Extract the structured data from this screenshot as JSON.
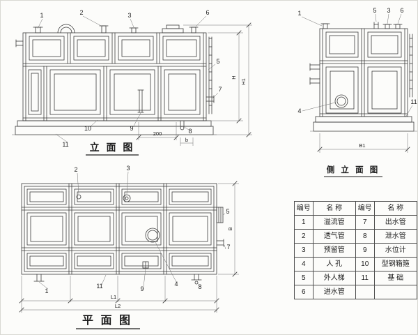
{
  "sheet": {
    "background": "#fcfcfa",
    "line_color": "#3b3b3b"
  },
  "views": {
    "front": {
      "title": "立 面 图",
      "callouts": {
        "c1": "1",
        "c2": "2",
        "c3": "3",
        "c5": "5",
        "c6": "6",
        "c7": "7",
        "c8": "8",
        "c9": "9",
        "c10": "10",
        "c11": "11"
      },
      "dims": {
        "h": "H",
        "h1": "H1",
        "d200": "200",
        "b": "b"
      }
    },
    "side": {
      "title": "侧 立 面 图",
      "callouts": {
        "c1": "1",
        "c3": "3",
        "c4": "4",
        "c5": "5",
        "c6": "6",
        "c11": "11"
      },
      "dims": {
        "b1": "B1"
      }
    },
    "plan": {
      "title": "平 面 图",
      "callouts": {
        "c1": "1",
        "c2": "2",
        "c3": "3",
        "c4": "4",
        "c5": "5",
        "c7": "7",
        "c8": "8",
        "c9": "9",
        "c11": "11"
      },
      "dims": {
        "b": "B",
        "l1": "L1",
        "l2": "L2"
      }
    }
  },
  "table": {
    "headers": [
      "编号",
      "名  称",
      "编号",
      "名  称"
    ],
    "rows": [
      [
        "1",
        "溢流管",
        "7",
        "出水管"
      ],
      [
        "2",
        "透气管",
        "8",
        "泄水管"
      ],
      [
        "3",
        "预留管",
        "9",
        "水位计"
      ],
      [
        "4",
        "人  孔",
        "10",
        "型钢箱箍"
      ],
      [
        "5",
        "外人梯",
        "11",
        "基  础"
      ],
      [
        "6",
        "进水管",
        "",
        ""
      ]
    ]
  }
}
